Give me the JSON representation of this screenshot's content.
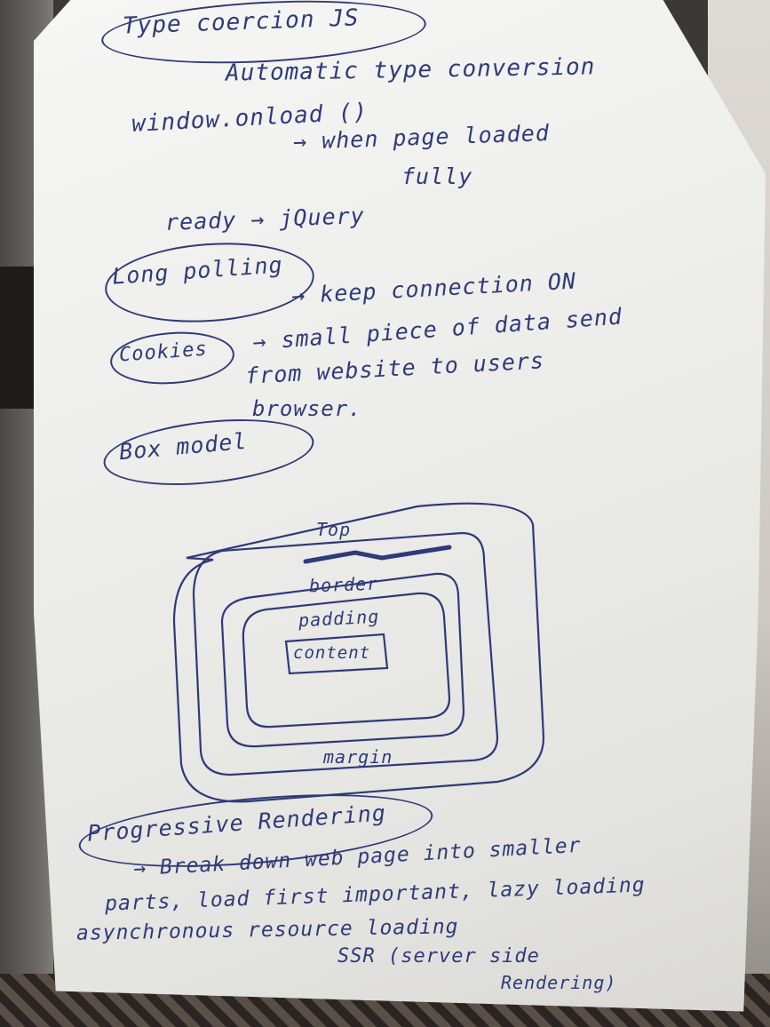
{
  "notes": {
    "heading_type_coercion": "Type coercion JS",
    "automatic_type_conversion": "Automatic type conversion",
    "window_onload": "window.onload ()",
    "when_page_loaded": "→ when page loaded",
    "fully": "fully",
    "ready_jquery": "ready → jQuery",
    "heading_long_polling": "Long polling",
    "keep_connection_on": "→ keep connection ON",
    "heading_cookies": "Cookies",
    "cookies_line1": "→ small piece of data send",
    "cookies_line2": "from website to users",
    "cookies_line3": "browser.",
    "heading_box_model": "Box model",
    "diagram_top": "Top",
    "diagram_border": "border",
    "diagram_padding": "padding",
    "diagram_content": "content",
    "diagram_margin": "margin",
    "heading_progressive": "Progressive Rendering",
    "progressive_line1": "→ Break down web page into smaller",
    "progressive_line2": "parts, load first important, lazy loading",
    "progressive_line3": "asynchronous resource loading",
    "ssr_line1": "SSR (server side",
    "ssr_line2": "Rendering)"
  },
  "colors": {
    "ink": "#2f3a78",
    "paper": "#efefed",
    "background": "#3c3836"
  }
}
